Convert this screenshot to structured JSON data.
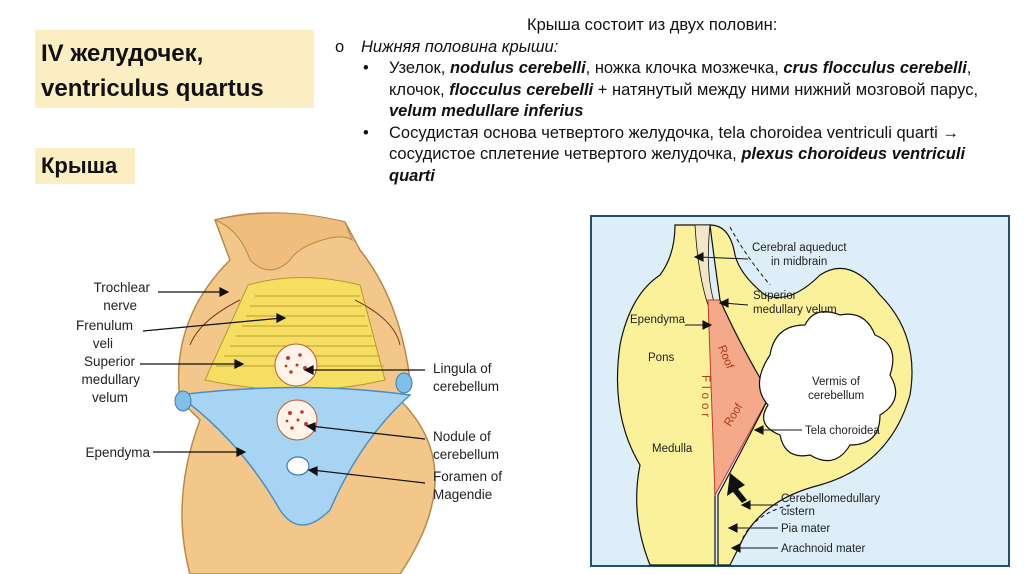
{
  "slide": {
    "title_line1": "IV желудочек,",
    "title_line2": "ventriculus quartus",
    "subtitle": "Крыша"
  },
  "text": {
    "heading": "Крыша состоит из двух половин:",
    "sub_marker": "o",
    "sub_label": "Нижняя половина крыши:",
    "bullet_marker": "•",
    "b1": {
      "t1": "Узелок, ",
      "t2": "nodulus cerebelli",
      "t3": ", ножка клочка мозжечка, ",
      "t4": "crus flocculus cerebelli",
      "t5": ", клочок, ",
      "t6": "flocculus cerebelli",
      "t7": " + натянутый между ними нижний мозговой парус, ",
      "t8": "velum medullare inferius"
    },
    "b2": {
      "t1": "Сосудистая основа четвертого желудочка, tela choroidea ventriculi quarti → сосудистое сплетение четвертого желудочка, ",
      "t2": "plexus choroideus ventriculi quarti"
    }
  },
  "left_figure": {
    "labels": {
      "trochlear1": "Trochlear",
      "trochlear2": "nerve",
      "frenulum1": "Frenulum",
      "frenulum2": "veli",
      "superior1": "Superior",
      "superior2": "medullary",
      "superior3": "velum",
      "ependyma": "Ependyma",
      "lingula1": "Lingula of",
      "lingula2": "cerebellum",
      "nodule1": "Nodule of",
      "nodule2": "cerebellum",
      "foramen1": "Foramen of",
      "foramen2": "Magendie"
    }
  },
  "right_figure": {
    "labels": {
      "aqueduct1": "Cerebral aqueduct",
      "aqueduct2": "in midbrain",
      "superior1": "Superior",
      "superior2": "medullary velum",
      "ependyma": "Ependyma",
      "pons": "Pons",
      "roof_upper": "Roof",
      "floor": "Floor",
      "roof_lower": "Roof",
      "vermis1": "Vermis of",
      "vermis2": "cerebellum",
      "tela": "Tela choroidea",
      "medulla": "Medulla",
      "cistern1": "Cerebellomedullary",
      "cistern2": "cistern",
      "pia": "Pia mater",
      "arachnoid": "Arachnoid mater"
    }
  }
}
